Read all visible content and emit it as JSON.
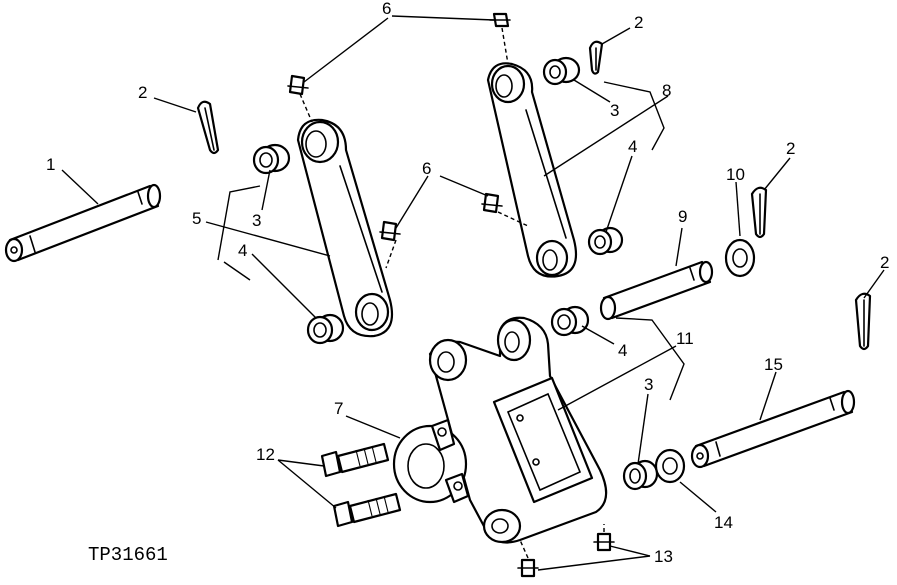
{
  "drawing_id": "TP31661",
  "callouts": {
    "c1": "1",
    "c2a": "2",
    "c2b": "2",
    "c2c": "2",
    "c2d": "2",
    "c3a": "3",
    "c3b": "3",
    "c3c": "3",
    "c4a": "4",
    "c4b": "4",
    "c4c": "4",
    "c5": "5",
    "c6a": "6",
    "c6b": "6",
    "c7": "7",
    "c8": "8",
    "c9": "9",
    "c10": "10",
    "c11": "11",
    "c12": "12",
    "c13": "13",
    "c14": "14",
    "c15": "15"
  }
}
